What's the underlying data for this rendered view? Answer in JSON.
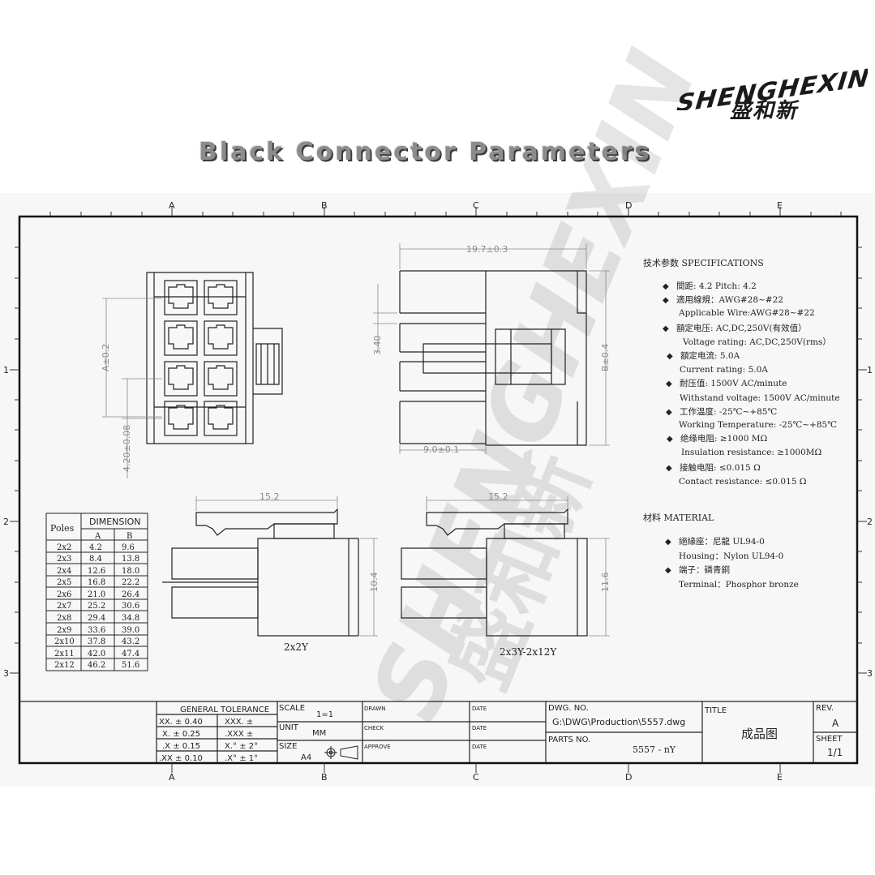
{
  "logo": {
    "brand_en": "SHENGHEXIN",
    "brand_cn": "盛和新"
  },
  "page_title": "Black Connector Parameters",
  "grid": {
    "columns": [
      "A",
      "B",
      "C",
      "D",
      "E"
    ],
    "rows": [
      "1",
      "2",
      "3"
    ]
  },
  "views": {
    "dim_top_width": "19.7±0.3",
    "dim_pitch_vertical": "3.40",
    "dim_b": "B±0.4",
    "dim_front": "9.0±0.1",
    "dim_a": "A±0.2",
    "dim_pitch": "4.20±0.08",
    "dim_side_left_width": "15.2",
    "dim_side_left_height": "10.4",
    "label_side_left": "2x2Y",
    "dim_side_right_width": "15.2",
    "dim_side_right_height": "11.6",
    "label_side_right": "2x3Y-2x12Y"
  },
  "specs": {
    "heading": "技术参数 SPECIFICATIONS",
    "items": [
      {
        "cn": "間距: 4.2    Pitch: 4.2",
        "en": ""
      },
      {
        "cn": "適用線規：AWG#28~#22",
        "en": "Applicable Wire:AWG#28~#22"
      },
      {
        "cn": "額定电压: AC,DC,250V(有效值）",
        "en": "Voltage rating: AC,DC,250V(rms）"
      },
      {
        "cn": "額定电流: 5.0A",
        "en": "Current rating: 5.0A"
      },
      {
        "cn": "耐压值: 1500V AC/minute",
        "en": "Withstand voltage: 1500V AC/minute"
      },
      {
        "cn": "工作温度: -25℃~+85℃",
        "en": "Working Temperature: -25℃~+85℃"
      },
      {
        "cn": "绝缘电阻: ≥1000 MΩ",
        "en": "Insulation resistance: ≥1000MΩ"
      },
      {
        "cn": "接触电阻: ≤0.015 Ω",
        "en": "Contact resistance: ≤0.015 Ω"
      }
    ],
    "material_heading": "材料  MATERIAL",
    "materials": [
      {
        "cn": "絕緣座：尼龍  UL94-0",
        "en": "Housing：Nylon   UL94-0"
      },
      {
        "cn": "端子：磷青銅",
        "en": "Terminal：Phosphor bronze"
      }
    ]
  },
  "dimension_table": {
    "poles_header": "Poles",
    "dimension_header": "DIMENSION",
    "col_a": "A",
    "col_b": "B",
    "rows": [
      [
        "2x2",
        "4.2",
        "9.6"
      ],
      [
        "2x3",
        "8.4",
        "13.8"
      ],
      [
        "2x4",
        "12.6",
        "18.0"
      ],
      [
        "2x5",
        "16.8",
        "22.2"
      ],
      [
        "2x6",
        "21.0",
        "26.4"
      ],
      [
        "2x7",
        "25.2",
        "30.6"
      ],
      [
        "2x8",
        "29.4",
        "34.8"
      ],
      [
        "2x9",
        "33.6",
        "39.0"
      ],
      [
        "2x10",
        "37.8",
        "43.2"
      ],
      [
        "2x11",
        "42.0",
        "47.4"
      ],
      [
        "2x12",
        "46.2",
        "51.6"
      ]
    ]
  },
  "title_block": {
    "general_tolerance": "GENERAL  TOLERANCE",
    "tol": [
      [
        "XX. ± 0.40",
        "XXX. ±"
      ],
      [
        "X. ± 0.25",
        ".XXX ±"
      ],
      [
        ".X ± 0.15",
        "X.° ± 2°"
      ],
      [
        ".XX ± 0.10",
        ".X° ± 1°"
      ]
    ],
    "scale_label": "SCALE",
    "scale_value": "1=1",
    "unit_label": "UNIT",
    "unit_value": "MM",
    "size_label": "SIZE",
    "size_value": "A4",
    "drawn": "DRAWN",
    "check": "CHECK",
    "approve": "APPROVE",
    "date": "DATE",
    "dwg_no_label": "DWG. NO.",
    "dwg_no_value": "G:\\DWG\\Production\\5557.dwg",
    "parts_no_label": "PARTS NO.",
    "parts_no_value": "5557 - nY",
    "title_label": "TITLE",
    "title_value": "成品图",
    "rev_label": "REV.",
    "rev_value": "A",
    "sheet_label": "SHEET",
    "sheet_value": "1/1"
  }
}
